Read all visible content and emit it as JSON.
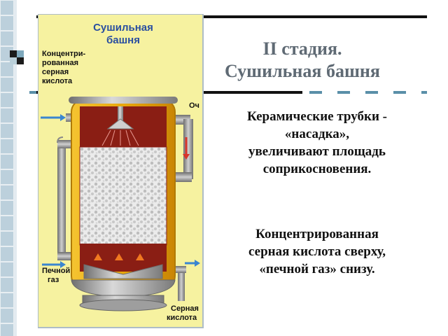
{
  "title": {
    "line1": "II стадия.",
    "line2": "Сушильная башня"
  },
  "diagram": {
    "heading_line1": "Сушильная",
    "heading_line2": "башня",
    "label_conc_acid": [
      "Концентри-",
      "рованная",
      "серная",
      "кислота"
    ],
    "label_kiln_gas": [
      "Печной",
      "газ"
    ],
    "label_sulfuric_acid": [
      "Серная",
      "кислота"
    ],
    "label_top_right_cut": "Оч"
  },
  "text_blocks": {
    "block1": [
      "Керамические трубки -",
      "«насадка»,",
      "увеличивают площадь",
      "соприкосновения."
    ],
    "block2": [
      "Концентрированная",
      "серная кислота сверху,",
      "«печной газ» снизу."
    ]
  },
  "colors": {
    "panel": "#f6f2a0",
    "tower_red": "#8a1e14",
    "tower_gold": "#e0a010",
    "pipe_gray": "#9a9a9a",
    "heading_blue": "#2a4fa0",
    "title_gray": "#5f6a74",
    "strip_blue": "#bcd0dc"
  }
}
